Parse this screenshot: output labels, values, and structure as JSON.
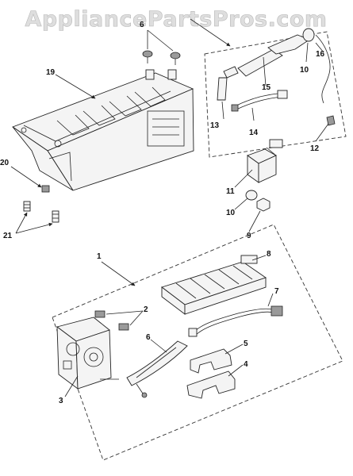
{
  "watermark": "AppliancePartsPros.com",
  "callouts": [
    "1",
    "2",
    "3",
    "4",
    "5",
    "6",
    "7",
    "8",
    "9",
    "10",
    "10",
    "11",
    "12",
    "13",
    "14",
    "15",
    "16",
    "19",
    "20",
    "21",
    "6"
  ],
  "colors": {
    "line": "#222222",
    "watermark": "#dedede",
    "background": "#ffffff"
  }
}
